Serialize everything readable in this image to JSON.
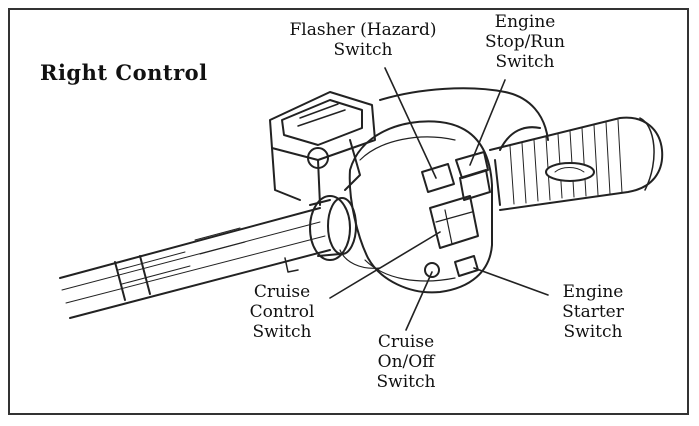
{
  "title": "Right Control",
  "labels": {
    "flasher": "Flasher (Hazard)\nSwitch",
    "engine_stop_run": "Engine\nStop/Run\nSwitch",
    "cruise_control": "Cruise\nControl\nSwitch",
    "cruise_on_off": "Cruise\nOn/Off\nSwitch",
    "engine_starter": "Engine\nStarter\nSwitch"
  },
  "colors": {
    "line": "#222222",
    "background": "#ffffff"
  }
}
